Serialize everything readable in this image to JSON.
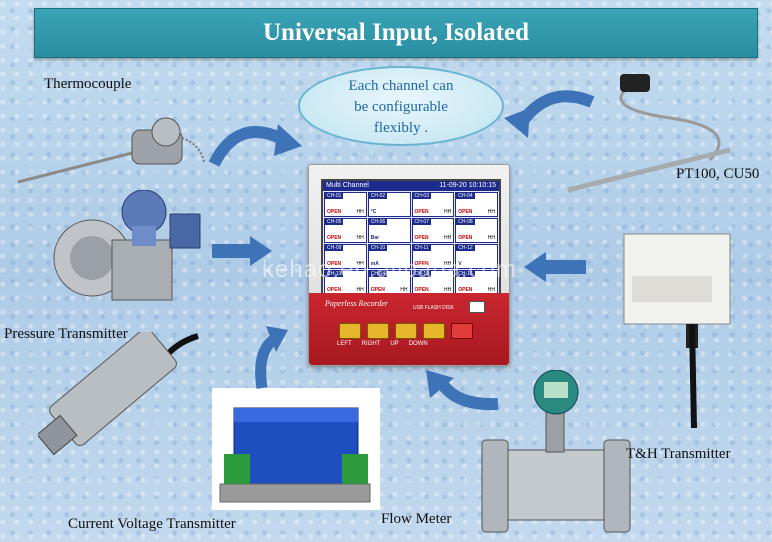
{
  "banner": {
    "title": "Universal Input, Isolated"
  },
  "bubble": {
    "line1": "Each channel can",
    "line2": "be configurable",
    "line3": "flexibly ."
  },
  "labels": {
    "thermocouple": "Thermocouple",
    "pressure": "Pressure Transmitter",
    "current_voltage": "Current Voltage Transmitter",
    "flow": "Flow Meter",
    "th": "T&H Transmitter",
    "pt100": "PT100, CU50"
  },
  "recorder": {
    "screen_title": "Multi Channel",
    "screen_time": "11-09-20 10:10:15",
    "brand_text": "Paperless Recorder",
    "usb_label": "USB FLASH DISK",
    "keys": [
      "LEFT",
      "RIGHT",
      "UP",
      "DOWN"
    ],
    "channels": [
      {
        "ch": "CH-01",
        "val": "OPEN",
        "hh": "HH"
      },
      {
        "ch": "CH-02",
        "val": "°C",
        "hh": ""
      },
      {
        "ch": "CH-03",
        "val": "OPEN",
        "hh": "HH"
      },
      {
        "ch": "CH-04",
        "val": "OPEN",
        "hh": "HH"
      },
      {
        "ch": "CH-05",
        "val": "OPEN",
        "hh": "HH"
      },
      {
        "ch": "CH-06",
        "val": "Bar",
        "hh": ""
      },
      {
        "ch": "CH-07",
        "val": "OPEN",
        "hh": "HH"
      },
      {
        "ch": "CH-08",
        "val": "OPEN",
        "hh": "HH"
      },
      {
        "ch": "CH-09",
        "val": "OPEN",
        "hh": "HH"
      },
      {
        "ch": "CH-10",
        "val": "mA",
        "hh": ""
      },
      {
        "ch": "CH-11",
        "val": "OPEN",
        "hh": "HH"
      },
      {
        "ch": "CH-12",
        "val": "V",
        "hh": ""
      },
      {
        "ch": "CH-13",
        "val": "OPEN",
        "hh": "HH"
      },
      {
        "ch": "CH-14",
        "val": "OPEN",
        "hh": "HH"
      },
      {
        "ch": "CH-15",
        "val": "OPEN",
        "hh": "HH"
      },
      {
        "ch": "CH-16",
        "val": "OPEN",
        "hh": "HH"
      }
    ]
  },
  "watermark": "kehao.en.alibaba.com",
  "colors": {
    "banner": "#2a8ea1",
    "arrow": "#3f73b8",
    "bubble_text": "#1f67a8",
    "recorder_red": "#c9262f"
  }
}
